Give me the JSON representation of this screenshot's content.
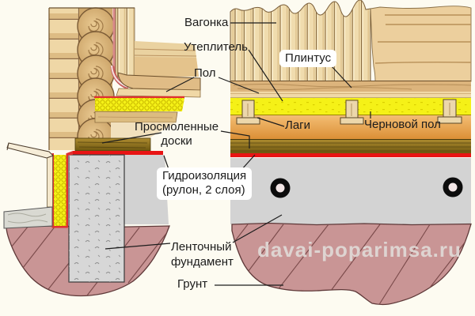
{
  "labels": {
    "vagonka": "Вагонка",
    "uteplitel": "Утеплитель",
    "pol": "Пол",
    "plintus": "Плинтус",
    "lagi": "Лаги",
    "chernovoy_pol": "Черновой пол",
    "prosmolennye_1": "Просмоленные",
    "prosmolennye_2": "доски",
    "gidroizolyatsiya_1": "Гидроизоляция",
    "gidroizolyatsiya_2": "(рулон, 2 слоя)",
    "lentochnyy_1": "Ленточный",
    "lentochnyy_2": "фундамент",
    "grunt": "Грунт"
  },
  "watermark": "davai-poparimsa.ru",
  "colors": {
    "insulation_yellow": "#F5F117",
    "waterproofing_red": "#E81414",
    "concrete_gray": "#D3D3D3",
    "concrete_gray_light": "#D7D7D7",
    "soil_pink": "#C99595",
    "tarred_board": "#9A7B22",
    "wood_light": "#EFD9A9"
  }
}
